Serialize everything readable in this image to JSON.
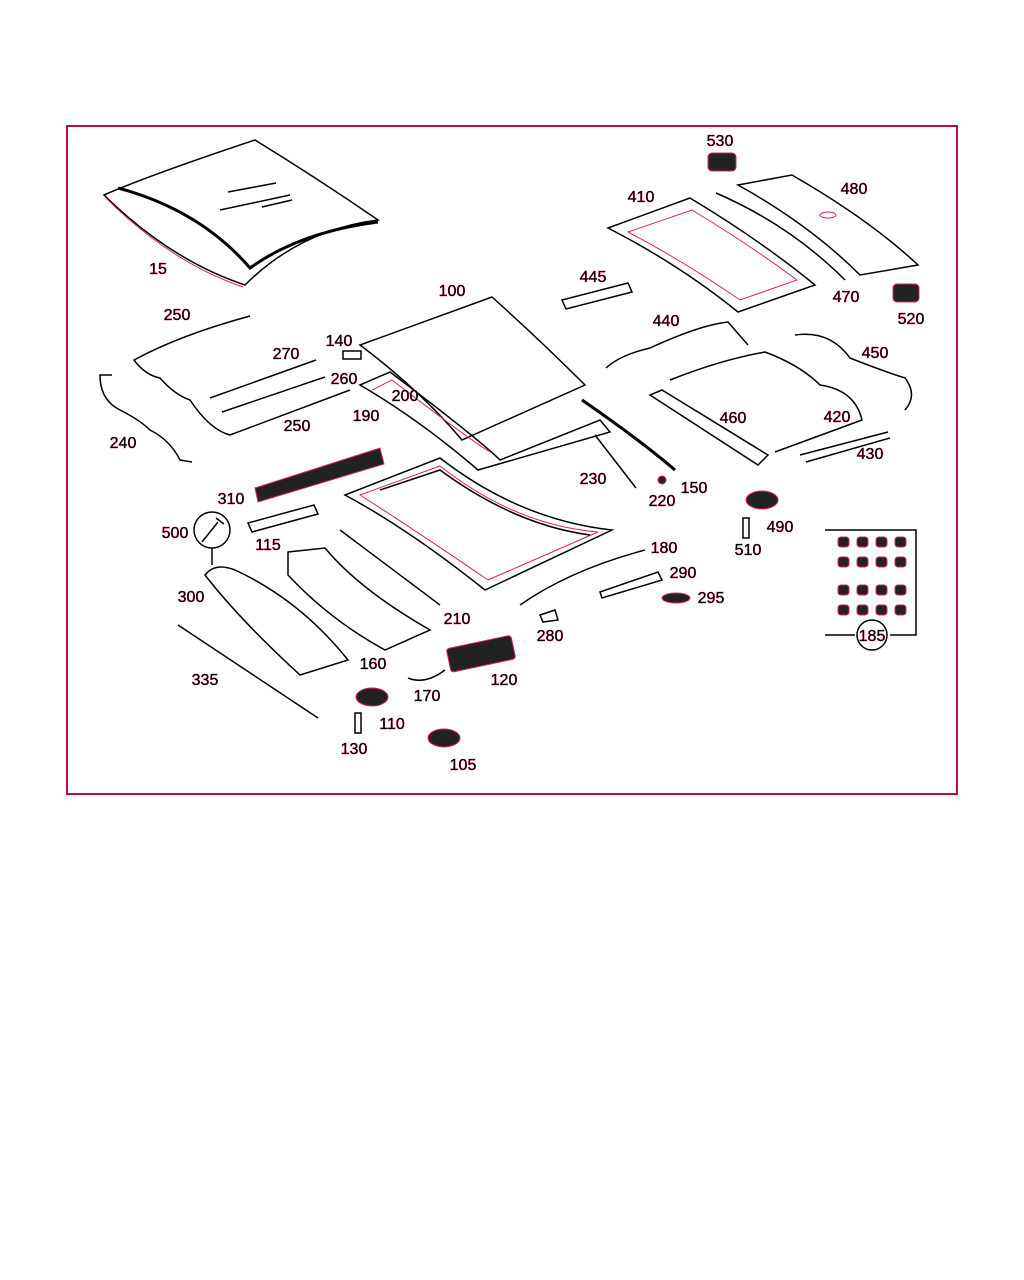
{
  "diagram": {
    "type": "exploded parts diagram - sliding roof",
    "parts": [
      "15",
      "530",
      "410",
      "480",
      "470",
      "520",
      "445",
      "100",
      "250",
      "140",
      "270",
      "260",
      "440",
      "450",
      "200",
      "190",
      "250",
      "460",
      "420",
      "240",
      "430",
      "230",
      "150",
      "220",
      "310",
      "490",
      "500",
      "115",
      "510",
      "180",
      "290",
      "295",
      "300",
      "210",
      "280",
      "185",
      "160",
      "120",
      "335",
      "170",
      "110",
      "130",
      "105"
    ]
  },
  "colors": {
    "frame": "#b0103a",
    "accent": "#e0205a",
    "line": "#000000"
  }
}
